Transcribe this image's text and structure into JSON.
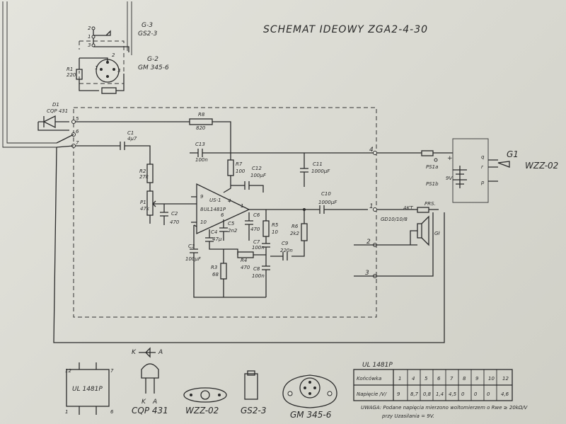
{
  "title": "SCHEMAT IDEOWY ZGA2-4-30",
  "connectors": {
    "g3": {
      "ref": "G-3",
      "type": "GS2-3"
    },
    "g2": {
      "ref": "G-2",
      "type": "GM 345-6"
    },
    "g1": {
      "ref": "G1",
      "type": "WZZ-02"
    },
    "gl": "Gł"
  },
  "components": {
    "d1": {
      "ref": "D1",
      "type": "CQP 431"
    },
    "r1": {
      "ref": "R1",
      "value": "220"
    },
    "r2": {
      "ref": "R2",
      "value": "27k"
    },
    "r3": {
      "ref": "R3",
      "value": "68"
    },
    "r4": {
      "ref": "R4",
      "value": "470"
    },
    "r5": {
      "ref": "R5",
      "value": "10"
    },
    "r6": {
      "ref": "R6",
      "value": "2k2"
    },
    "r7": {
      "ref": "R7",
      "value": "100"
    },
    "r8": {
      "ref": "R8",
      "value": "820"
    },
    "p1": {
      "ref": "P1",
      "value": "47k"
    },
    "c1": {
      "ref": "C1",
      "value": "4μ7"
    },
    "c2": {
      "ref": "C2",
      "value": "470"
    },
    "c3": {
      "ref": "C3",
      "value": "100μF"
    },
    "c4": {
      "ref": "C4",
      "value": "47μ"
    },
    "c5": {
      "ref": "C5",
      "value": "2n2"
    },
    "c6": {
      "ref": "C6",
      "value": "470"
    },
    "c7": {
      "ref": "C7",
      "value": "100n"
    },
    "c8": {
      "ref": "C8",
      "value": "100n"
    },
    "c9": {
      "ref": "C9",
      "value": "220n"
    },
    "c10": {
      "ref": "C10",
      "value": "1000μF"
    },
    "c11": {
      "ref": "C11",
      "value": "1000μF"
    },
    "c12": {
      "ref": "C12",
      "value": "100μF"
    },
    "c13": {
      "ref": "C13",
      "value": "100n"
    },
    "us1": {
      "ref": "US-1",
      "type": "UL1481P"
    },
    "ps1a": "PS1a",
    "ps1b": "PS1b",
    "gd": "GD10/10/8",
    "battery": "9V",
    "akt": "AKT.",
    "prs": "PRS."
  },
  "terminals": [
    "1",
    "2",
    "3",
    "4",
    "5",
    "6",
    "7"
  ],
  "footprints": [
    "UL 1481P",
    "CQP 431",
    "WZZ-02",
    "GS2-3",
    "GM 345-6"
  ],
  "pinout_labels": {
    "k": "K",
    "a": "A"
  },
  "voltage_table": {
    "caption": "UL 1481P",
    "row1_label": "Końcówka",
    "row2_label": "Napięcie /V/",
    "pins": [
      "1",
      "4",
      "5",
      "6",
      "7",
      "8",
      "9",
      "10",
      "12"
    ],
    "voltages": [
      "9",
      "8,7",
      "0,8",
      "1,4",
      "4,5",
      "0",
      "0",
      "0",
      "4,6"
    ]
  },
  "note": {
    "line1": "UWAGA: Podane napięcia mierzono woltomierzem o Rwe ≥ 20kΩ/V",
    "line2": "przy Uzasilania = 9V."
  }
}
